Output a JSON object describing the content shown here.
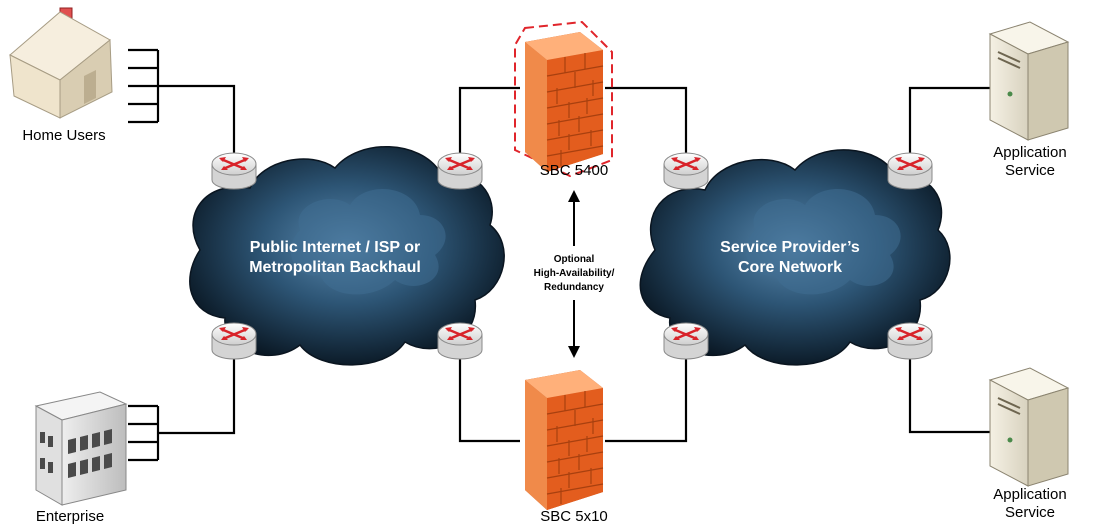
{
  "nodes": {
    "home_users": "Home Users",
    "enterprise": "Enterprise",
    "sbc_top": "SBC 5400",
    "sbc_bottom": "SBC 5x10",
    "app_service_top": [
      "Application",
      "Service"
    ],
    "app_service_bottom": [
      "Application",
      "Service"
    ]
  },
  "clouds": {
    "left": [
      "Public Internet / ISP or",
      "Metropolitan Backhaul"
    ],
    "right": [
      "Service Provider’s",
      "Core Network"
    ]
  },
  "ha_label": [
    "Optional",
    "High-Availability/",
    "Redundancy"
  ],
  "colors": {
    "cloud_dark": "#0b1722",
    "cloud_light": "#4f7fa6",
    "firewall": "#f26b2a",
    "ha_highlight": "#e0252b",
    "line": "#000000"
  }
}
